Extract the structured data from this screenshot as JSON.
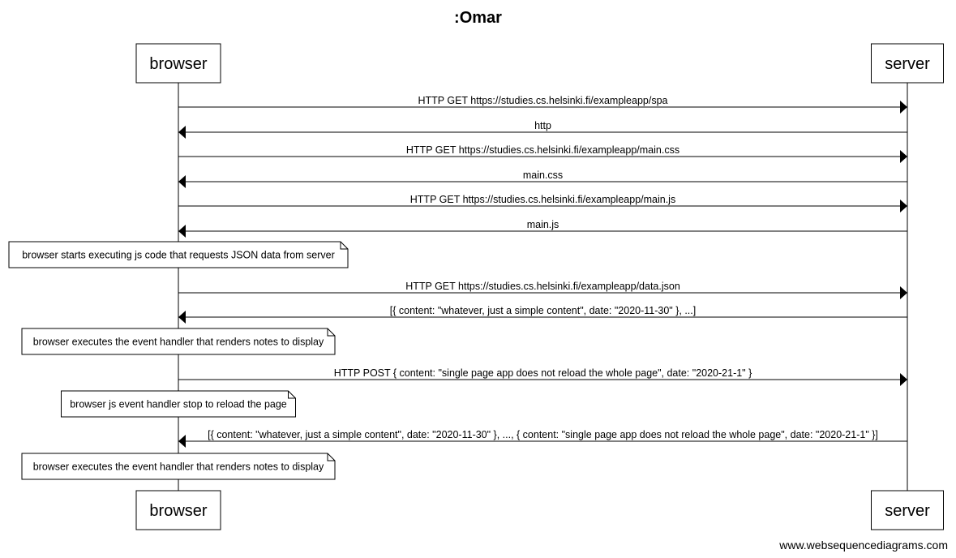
{
  "title": ":Omar",
  "participants": [
    {
      "id": "browser",
      "label": "browser"
    },
    {
      "id": "server",
      "label": "server"
    }
  ],
  "steps": [
    {
      "kind": "message",
      "from": "browser",
      "to": "server",
      "text": "HTTP GET https://studies.cs.helsinki.fi/exampleapp/spa"
    },
    {
      "kind": "message",
      "from": "server",
      "to": "browser",
      "text": "http"
    },
    {
      "kind": "message",
      "from": "browser",
      "to": "server",
      "text": "HTTP GET https://studies.cs.helsinki.fi/exampleapp/main.css"
    },
    {
      "kind": "message",
      "from": "server",
      "to": "browser",
      "text": "main.css"
    },
    {
      "kind": "message",
      "from": "browser",
      "to": "server",
      "text": "HTTP GET https://studies.cs.helsinki.fi/exampleapp/main.js"
    },
    {
      "kind": "message",
      "from": "server",
      "to": "browser",
      "text": "main.js"
    },
    {
      "kind": "note",
      "over": "browser",
      "text": "browser starts executing js code that requests JSON data from server"
    },
    {
      "kind": "message",
      "from": "browser",
      "to": "server",
      "text": "HTTP GET https://studies.cs.helsinki.fi/exampleapp/data.json"
    },
    {
      "kind": "message",
      "from": "server",
      "to": "browser",
      "text": "[{ content: \"whatever, just a simple content\", date: \"2020-11-30\" }, ...]"
    },
    {
      "kind": "note",
      "over": "browser",
      "text": "browser executes the event handler that renders notes to display"
    },
    {
      "kind": "message",
      "from": "browser",
      "to": "server",
      "text": "HTTP POST { content: \"single page app does not reload the whole page\", date: \"2020-21-1\" }"
    },
    {
      "kind": "note",
      "over": "browser",
      "text": "browser js event handler stop to reload the page"
    },
    {
      "kind": "message",
      "from": "server",
      "to": "browser",
      "text": "[{ content: \"whatever, just a simple content\", date: \"2020-11-30\" }, ..., { content: \"single page app does not reload the whole page\", date: \"2020-21-1\" }]"
    },
    {
      "kind": "note",
      "over": "browser",
      "text": "browser executes the event handler that renders notes to display"
    }
  ],
  "watermark": "www.websequencediagrams.com"
}
